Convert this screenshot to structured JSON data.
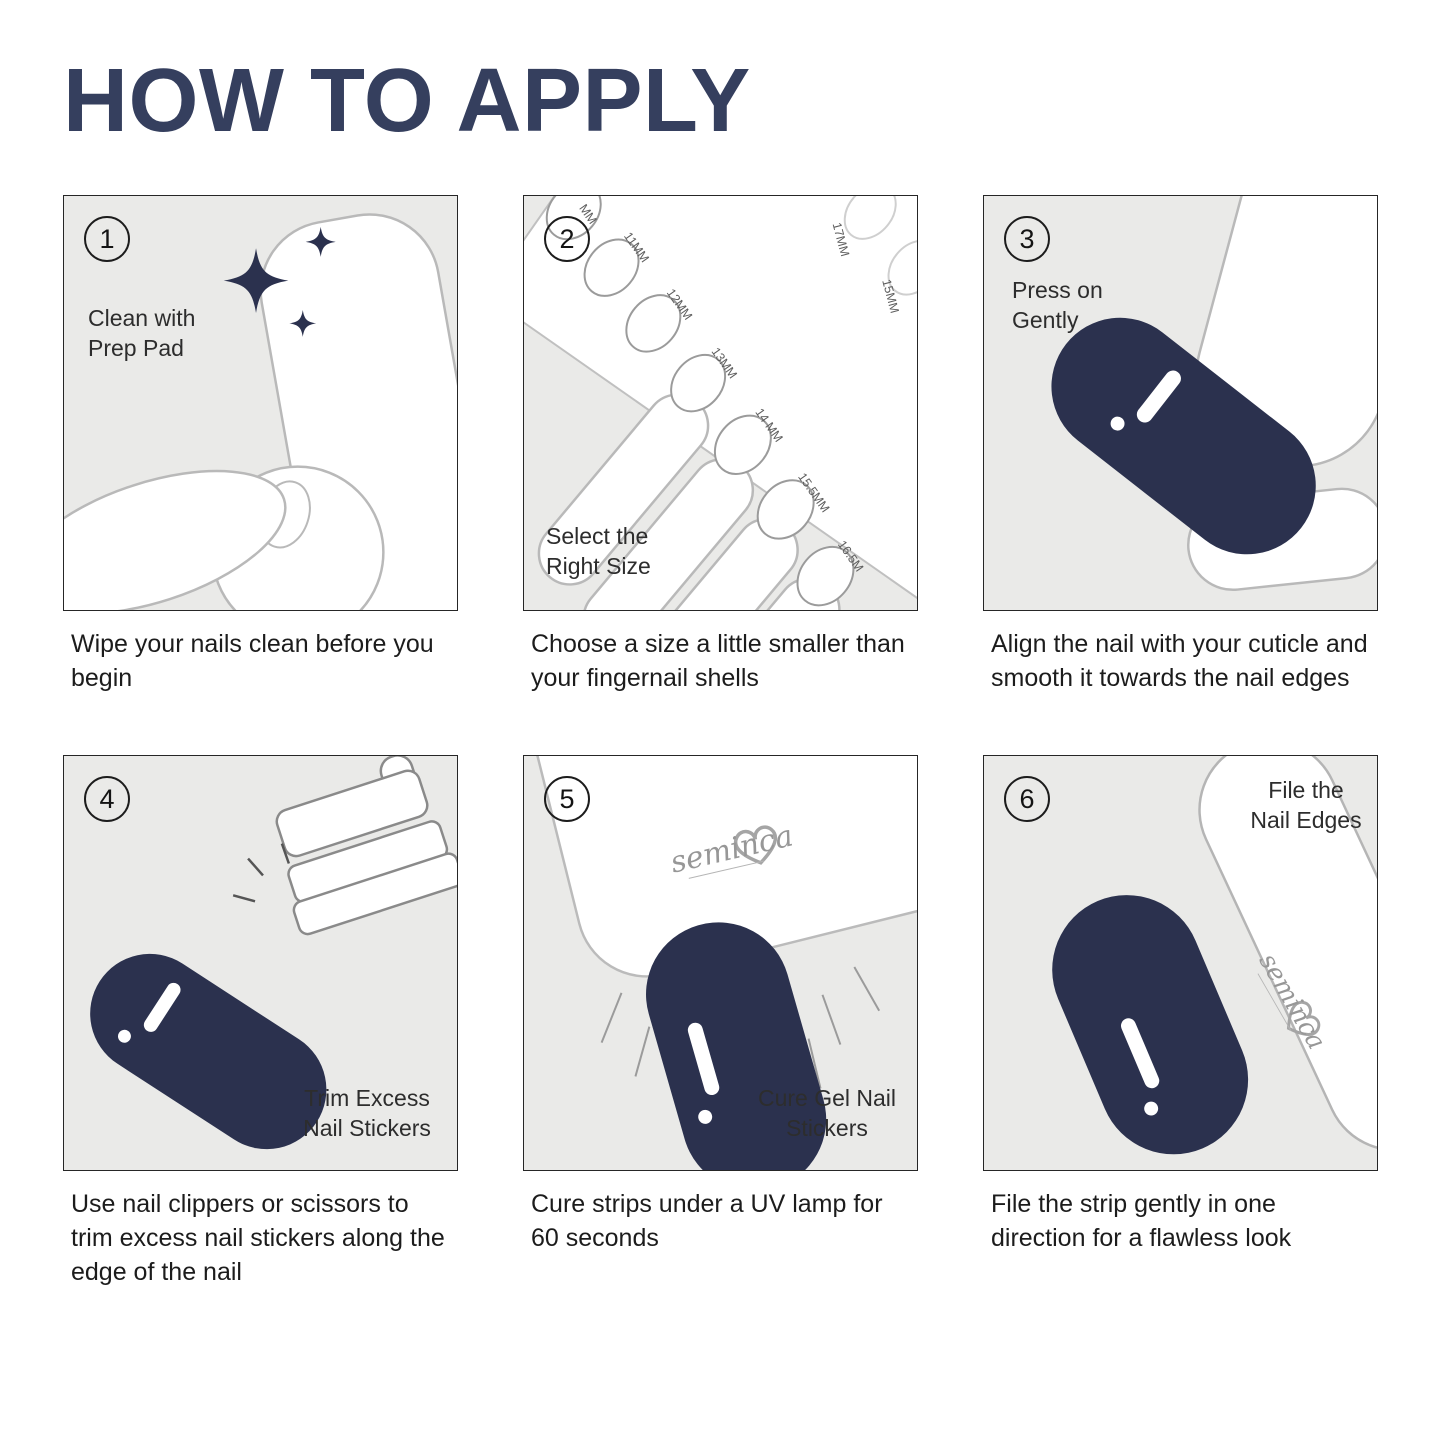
{
  "page": {
    "title": "HOW TO APPLY"
  },
  "brand": {
    "name": "seminca"
  },
  "colors": {
    "title_navy": "#353f5e",
    "nail_navy": "#2b314e",
    "panel_bg": "#eaeae8"
  },
  "panels": [
    {
      "number": "1",
      "label": "Clean with Prep Pad",
      "caption": "Wipe your nails clean before you begin"
    },
    {
      "number": "2",
      "label": "Select the Right Size",
      "caption": "Choose a size a little smaller than your fingernail shells",
      "sizes": [
        "MM",
        "11MM",
        "12MM",
        "13MM",
        "14 MM",
        "15.5MM",
        "16.5M",
        "17MM",
        "15MM"
      ]
    },
    {
      "number": "3",
      "label": "Press on Gently",
      "caption": "Align the nail with your cuticle and smooth it towards the nail edges"
    },
    {
      "number": "4",
      "label": "Trim Excess Nail Stickers",
      "caption": "Use nail clippers or scissors to trim excess nail stickers along the edge of the nail"
    },
    {
      "number": "5",
      "label": "Cure Gel Nail Stickers",
      "caption": "Cure strips under a UV lamp for 60 seconds"
    },
    {
      "number": "6",
      "label": "File the Nail Edges",
      "caption": "File the strip gently in one direction for a flawless look"
    }
  ]
}
